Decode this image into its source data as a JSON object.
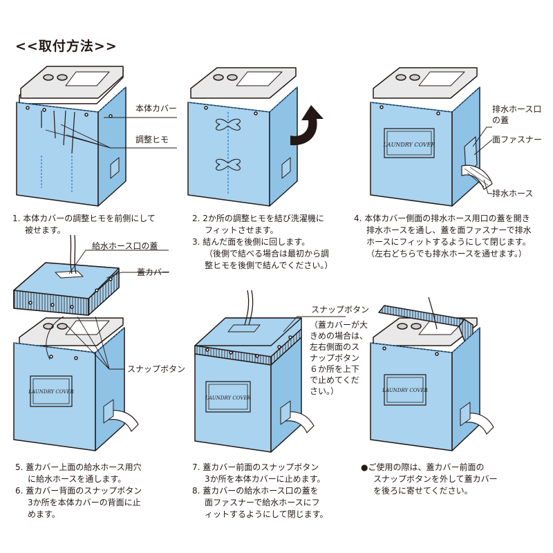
{
  "title": "<<取付方法>>",
  "labels": {
    "body_cover": "本体カバー",
    "adjust_cord": "調整ヒモ",
    "drain_hose_lid": "排水ホース口\nの蓋",
    "fastener": "面ファスナー",
    "drain_hose": "排水ホース",
    "supply_hose_lid": "給水ホース口の蓋",
    "lid_cover": "蓋カバー",
    "snap_button_1": "スナップボタン",
    "snap_button_2": "スナップボタン",
    "note_big": "（蓋カバーが大\nきめの場合は、\n左右側面のス\nナップボタン\n６か所を上下\nで止めてくだ\nさい。）",
    "brand": "LAUNDRY COVER"
  },
  "steps": {
    "s1": [
      "1. 本体カバーの調整ヒモを前側にして",
      "被せます。"
    ],
    "s2": [
      "2. 2か所の調整ヒモを結び洗濯機に",
      "フィットさせます。"
    ],
    "s3": [
      "3. 結んだ面を後側に回します。",
      "（後側で結べる場合は最初から調",
      "整ヒモを後側で結んでください。）"
    ],
    "s4": [
      "4. 本体カバー側面の排水ホース用口の蓋を開き",
      "排水ホースを通し、蓋を面ファスナーで排水",
      "ホースにフィットするようにして閉じます。",
      "（左右どちらでも排水ホースを通せます。）"
    ],
    "s5": [
      "5. 蓋カバー上面の給水ホース用穴",
      "に給水ホースを通します。"
    ],
    "s6": [
      "6. 蓋カバー背面のスナップボタン",
      "3か所を本体カバーの背面に止",
      "めます。"
    ],
    "s7": [
      "7. 蓋カバー前面のスナップボタン",
      "3か所を本体カバーに止めます。"
    ],
    "s8": [
      "8. 蓋カバーの給水ホース口の蓋を",
      "面ファスナーで給水ホースにフ",
      "ィットするようにして閉じます。"
    ],
    "note": [
      "●ご使用の際は、蓋カバー前面の",
      "スナップボタンを外して蓋カバー",
      "を後ろに寄せてください。"
    ]
  },
  "colors": {
    "cover": "#a9d3ef",
    "cover_dark": "#8ec3e6",
    "stroke": "#231815",
    "stitch": "#1f7fd0"
  }
}
